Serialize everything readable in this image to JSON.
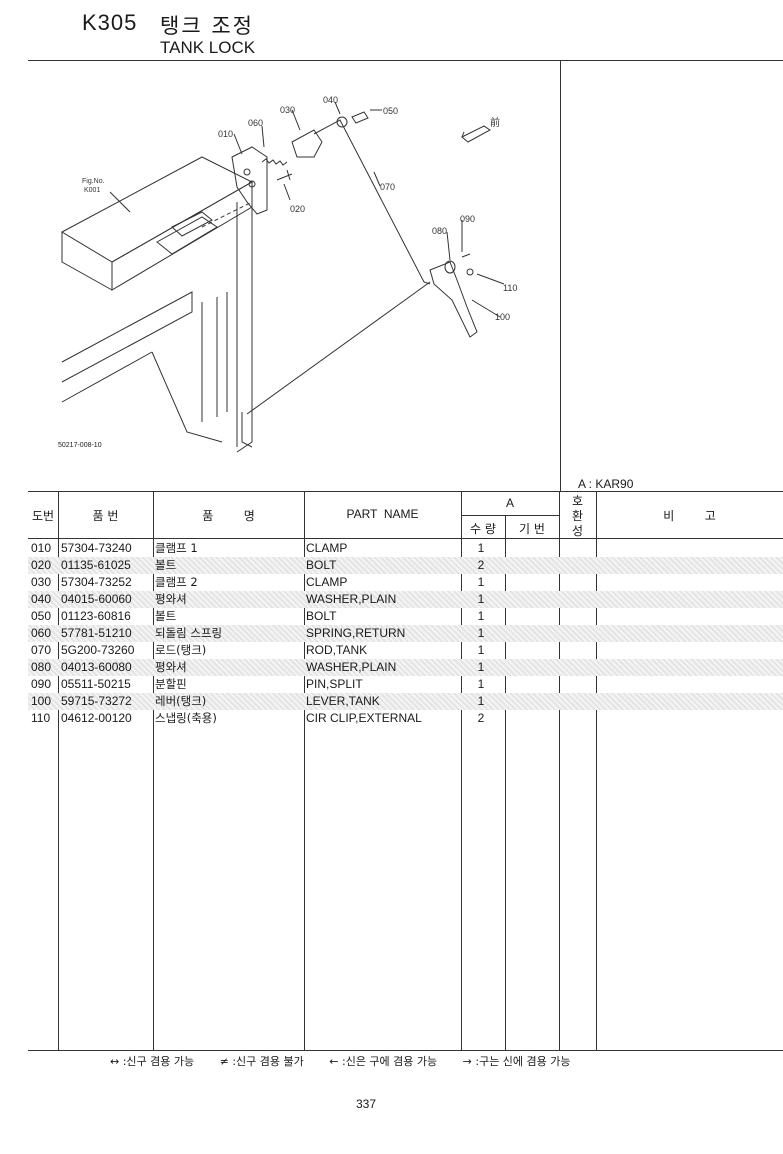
{
  "header": {
    "code": "K305",
    "title_kr": "탱크 조정",
    "title_en": "TANK LOCK"
  },
  "diagram": {
    "fig_ref": "Fig.No.",
    "fig_code": "K001",
    "front_mark": "前",
    "image_code": "50217-008-10",
    "callouts": [
      "010",
      "020",
      "030",
      "040",
      "050",
      "060",
      "070",
      "080",
      "090",
      "100",
      "110"
    ]
  },
  "model_note": "A : KAR90",
  "table": {
    "headers": {
      "ref": "도번",
      "part_no": "품  번",
      "name_kr": "품        명",
      "part_name": "PART  NAME",
      "group_a": "A",
      "qty": "수 량",
      "base_no": "기 번",
      "compat": [
        "호",
        "환",
        "성"
      ],
      "remarks": "비        고"
    },
    "rows": [
      {
        "ref": "010",
        "part_no": "57304-73240",
        "name_kr": "클램프 1",
        "part_name": "CLAMP",
        "qty": "1"
      },
      {
        "ref": "020",
        "part_no": "01135-61025",
        "name_kr": "볼트",
        "part_name": "BOLT",
        "qty": "2"
      },
      {
        "ref": "030",
        "part_no": "57304-73252",
        "name_kr": "클램프 2",
        "part_name": "CLAMP",
        "qty": "1"
      },
      {
        "ref": "040",
        "part_no": "04015-60060",
        "name_kr": "평와셔",
        "part_name": "WASHER,PLAIN",
        "qty": "1"
      },
      {
        "ref": "050",
        "part_no": "01123-60816",
        "name_kr": "볼트",
        "part_name": "BOLT",
        "qty": "1"
      },
      {
        "ref": "060",
        "part_no": "57781-51210",
        "name_kr": "되돌림 스프링",
        "part_name": "SPRING,RETURN",
        "qty": "1"
      },
      {
        "ref": "070",
        "part_no": "5G200-73260",
        "name_kr": "로드(탱크)",
        "part_name": "ROD,TANK",
        "qty": "1"
      },
      {
        "ref": "080",
        "part_no": "04013-60080",
        "name_kr": "평와셔",
        "part_name": "WASHER,PLAIN",
        "qty": "1"
      },
      {
        "ref": "090",
        "part_no": "05511-50215",
        "name_kr": "분할핀",
        "part_name": "PIN,SPLIT",
        "qty": "1"
      },
      {
        "ref": "100",
        "part_no": "59715-73272",
        "name_kr": "레버(탱크)",
        "part_name": "LEVER,TANK",
        "qty": "1"
      },
      {
        "ref": "110",
        "part_no": "04612-00120",
        "name_kr": "스냅링(축용)",
        "part_name": "CIR CLIP,EXTERNAL",
        "qty": "2"
      }
    ]
  },
  "legend": [
    "↔ :신구 겸용 가능",
    "≠ :신구 겸용 불가",
    "← :신은 구에 겸용 가능",
    "→ :구는 신에 겸용 가능"
  ],
  "page_number": "337"
}
